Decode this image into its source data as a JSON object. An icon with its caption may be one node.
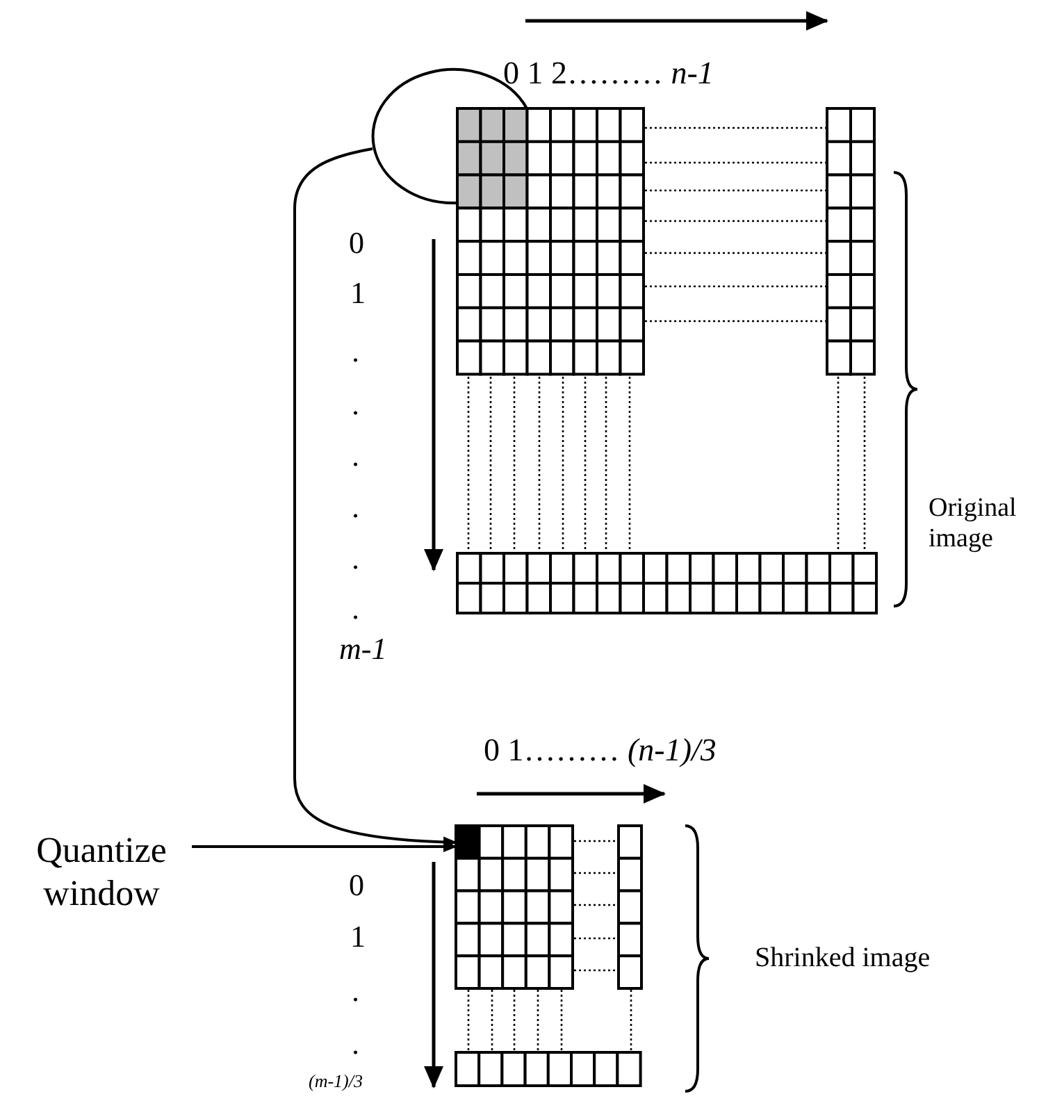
{
  "diagram": {
    "nodes": [
      {
        "text": [],
        "shape": "circle"
      },
      {
        "text": [],
        "shape": "box"
      },
      {
        "text": [
          "Quantize window"
        ]
      }
    ],
    "edges": [
      {
        "from": 0,
        "to": 1,
        "arrow": "to"
      },
      {
        "from": 2,
        "to": 1,
        "arrow": "to"
      }
    ],
    "labels": [
      "0 1 2……… *n-1*",
      "0",
      "1",
      ".",
      ".",
      ".",
      ".",
      ".",
      ".",
      "m-1",
      "Original image",
      "0 1……… *(n-1)/3*",
      "0",
      "1",
      ".",
      ".",
      "(m-1)/3",
      "Shrinked image"
    ]
  }
}
